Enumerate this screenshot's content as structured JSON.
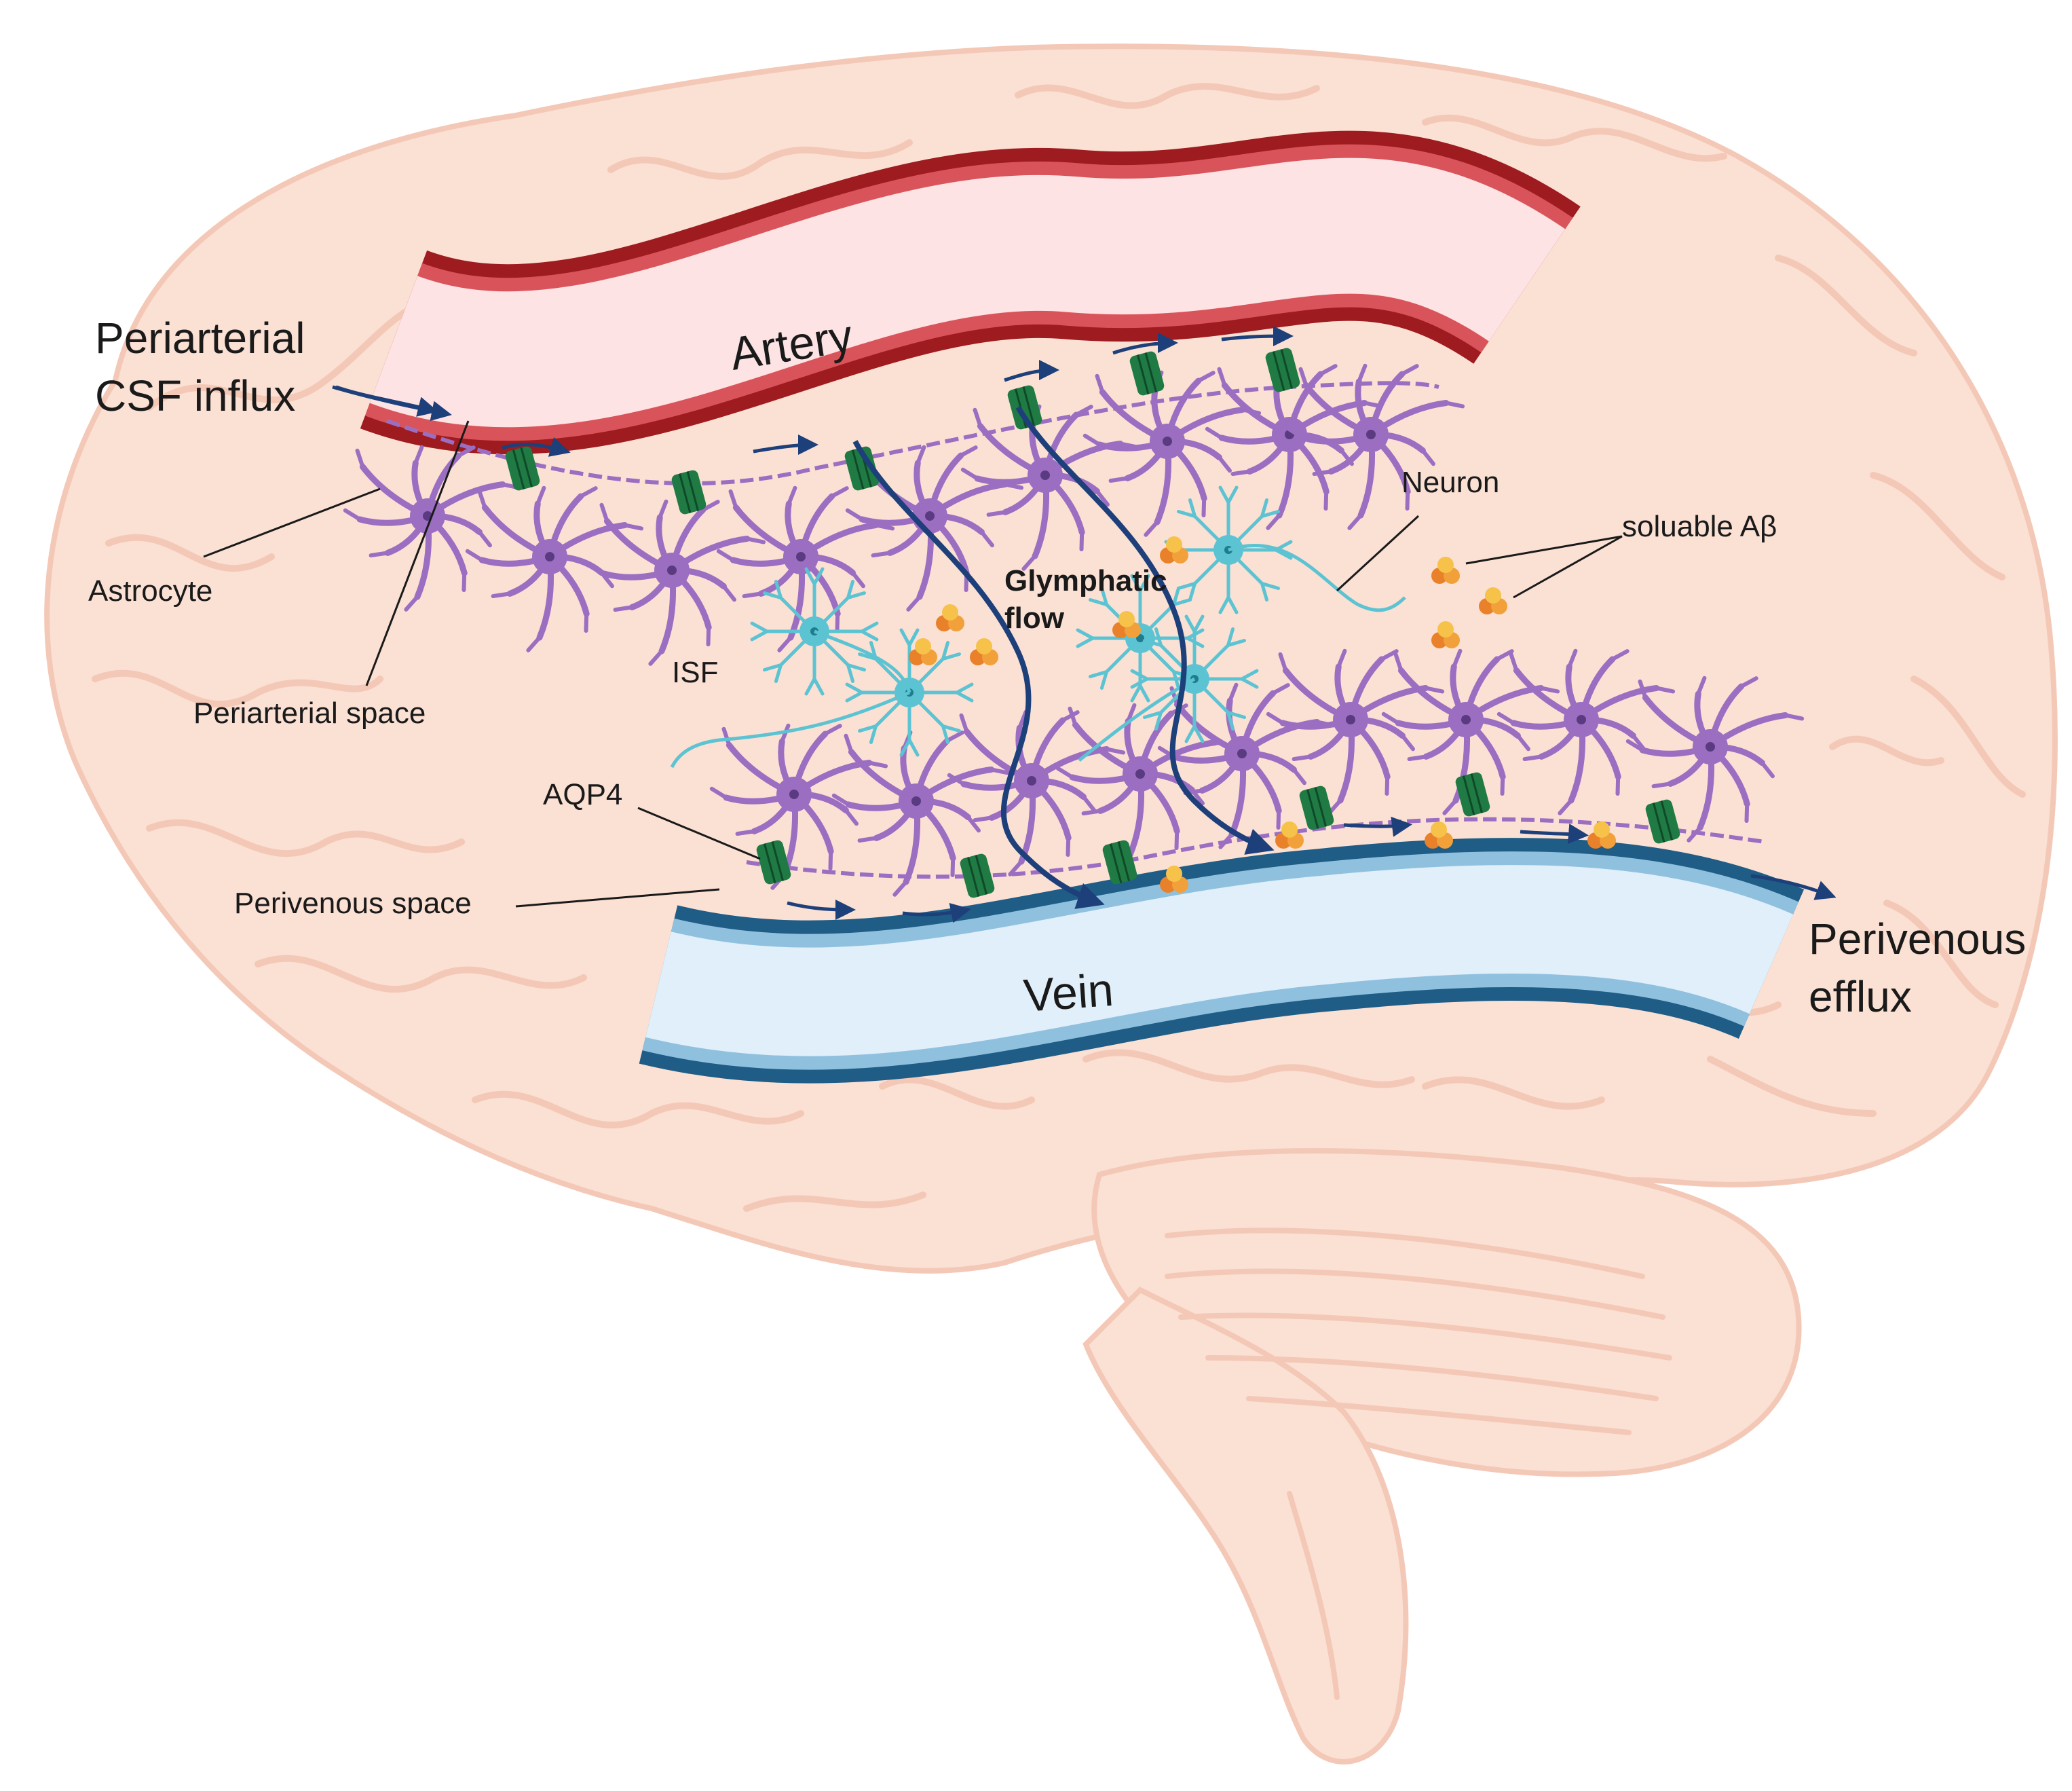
{
  "labels": {
    "artery": "Artery",
    "vein": "Vein",
    "influx_line1": "Periarterial",
    "influx_line2": "CSF influx",
    "efflux_line1": "Perivenous",
    "efflux_line2": "efflux",
    "astrocyte": "Astrocyte",
    "periarterial_space": "Periarterial space",
    "neuron": "Neuron",
    "soluble_abeta": "soluable Aβ",
    "glymphatic_line1": "Glymphatic",
    "glymphatic_line2": "flow",
    "isf": "ISF",
    "aqp4": "AQP4",
    "perivenous_space": "Perivenous space"
  },
  "colors": {
    "brain_fill": "#fbe0d4",
    "brain_fold": "#f4c8b6",
    "artery_outer": "#9e1b1f",
    "artery_mid": "#d9545a",
    "artery_lumen": "#fde3e3",
    "vein_outer": "#1f5d86",
    "vein_mid": "#8fc1df",
    "vein_lumen": "#e0effa",
    "astrocyte": "#9b6ec2",
    "neuron": "#5cc3d3",
    "aqp4": "#1f7a44",
    "flow_arrow": "#1d3f7a",
    "abeta": "#f2a03a"
  }
}
